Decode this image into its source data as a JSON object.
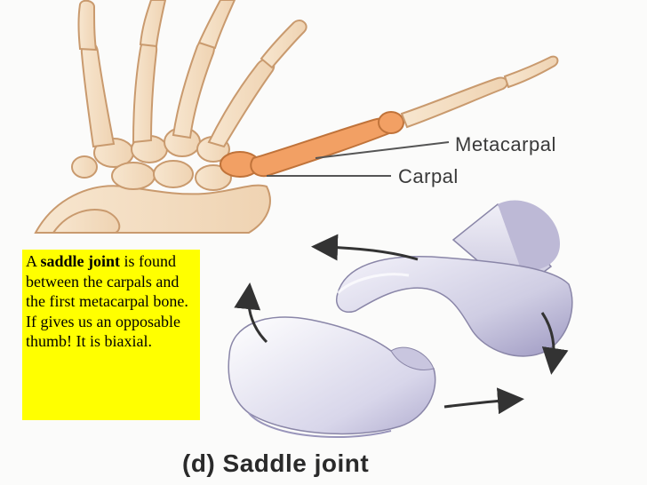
{
  "labels": {
    "metacarpal": "Metacarpal",
    "carpal": "Carpal"
  },
  "caption": "(d) Saddle joint",
  "callout": {
    "prefix": "A ",
    "term": "saddle joint",
    "suffix": " is found between the carpals and the first metacarpal bone.  If gives us an opposable thumb! It is biaxial."
  },
  "colors": {
    "callout_background": "#ffff00",
    "bone": "#f4dfc4",
    "bone_outline": "#c99a6e",
    "highlight_bone": "#f2a064",
    "joint_surface": "#d4d2e6",
    "arrow": "#333333"
  }
}
